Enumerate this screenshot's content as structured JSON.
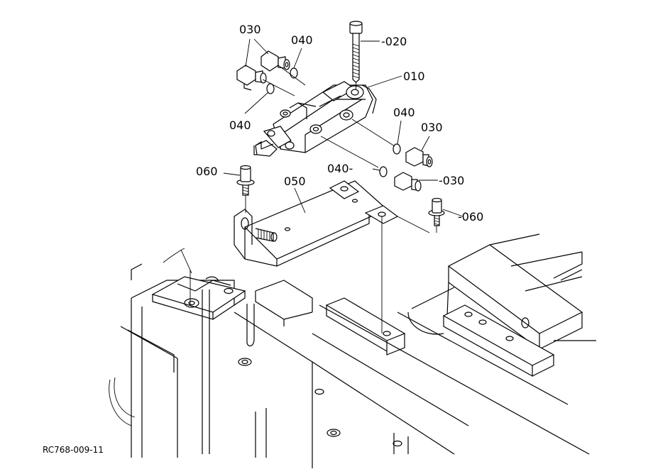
{
  "labels": {
    "p010": "010",
    "p020": "-020",
    "p030_a": "030",
    "p030_b": "030",
    "p030_c": "-030",
    "p040_a": "040",
    "p040_b": "040",
    "p040_c": "040",
    "p040_d": "040-",
    "p050": "050",
    "p060_a": "060",
    "p060_b": "-060"
  },
  "reference_code": "RC768-009-11",
  "colors": {
    "ink": "#000000",
    "paper": "#ffffff"
  }
}
